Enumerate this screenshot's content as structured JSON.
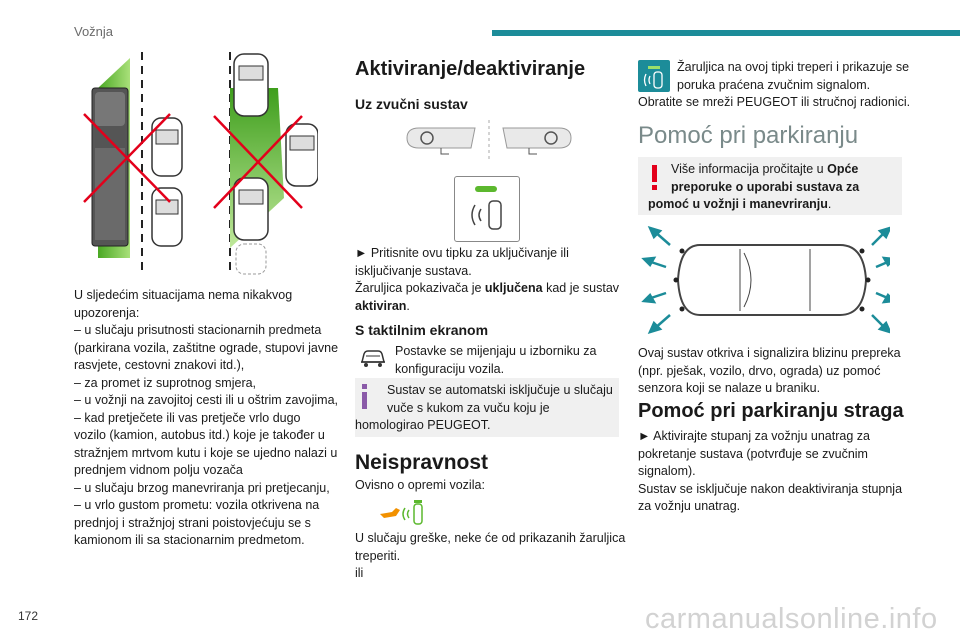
{
  "header": {
    "section": "Vožnja",
    "page_number": "172"
  },
  "watermark": "carmanualsonline.info",
  "colors": {
    "accent": "#1c8c99",
    "green": "#5cb82e",
    "warning_red": "#e3001b",
    "info_purple": "#8a5aa8",
    "orange": "#f29100"
  },
  "col1": {
    "lines": [
      "U sljedećim situacijama nema nikakvog",
      "upozorenja:",
      "– u slučaju prisutnosti stacionarnih predmeta",
      "(parkirana vozila, zaštitne ograde, stupovi javne",
      "rasvjete, cestovni znakovi itd.),",
      "– za promet iz suprotnog smjera,",
      "– u vožnji na zavojitoj cesti ili u oštrim zavojima,",
      "– kad pretječete ili vas pretječe vrlo dugo",
      "vozilo (kamion, autobus itd.) koje je također u",
      "stražnjem mrtvom kutu i koje se ujedno nalazi u",
      "prednjem vidnom polju vozača",
      "– u slučaju brzog manevriranja pri pretjecanju,",
      "– u vrlo gustom prometu: vozila otkrivena na",
      "prednjoj i stražnjoj strani poistovjećuju se s",
      "kamionom ili sa stacionarnim predmetom."
    ]
  },
  "col2": {
    "title": "Aktiviranje/deaktiviranje",
    "sub1": "Uz zvučni sustav",
    "press_1": "► Pritisnite ovu tipku za uključivanje ili",
    "press_2": "isključivanje sustava.",
    "lamp_a": "Žaruljica pokazivača je ",
    "lamp_b": "uključena",
    "lamp_c": " kad je sustav",
    "lamp_d": "aktiviran",
    "lamp_e": ".",
    "sub2": "S taktilnim ekranom",
    "touch_1": "Postavke se mijenjaju u izborniku za",
    "touch_2": "konfiguraciju vozila.",
    "info_1": "Sustav se automatski isključuje u slučaju",
    "info_2": "vuče s kukom za vuču koju je",
    "info_3": "homologirao PEUGEOT.",
    "title2": "Neispravnost",
    "equip": "Ovisno o opremi vozila:",
    "fault_1": "U slučaju greške, neke će od prikazanih žaruljica",
    "fault_2": "treperiti.",
    "fault_3": "ili"
  },
  "col3": {
    "blink_1": "Žaruljica na ovoj tipki treperi i prikazuje se",
    "blink_2": "poruka praćena zvučnim signalom.",
    "blink_3": "Obratite se mreži PEUGEOT ili stručnoj radionici.",
    "title": "Pomoć pri parkiranju",
    "warn_1": "Više informacija pročitajte u ",
    "warn_1b": "Opće",
    "warn_2": "preporuke o uporabi sustava za",
    "warn_3": "pomoć u vožnji i manevriranju",
    "warn_3b": ".",
    "desc_1": "Ovaj sustav otkriva i signalizira blizinu prepreka",
    "desc_2": "(npr. pješak, vozilo, drvo, ograda) uz pomoć",
    "desc_3": "senzora koji se nalaze u braniku.",
    "title2": "Pomoć pri parkiranju straga",
    "rear_1": "► Aktivirajte stupanj za vožnju unatrag za",
    "rear_2": "pokretanje sustava (potvrđuje se zvučnim",
    "rear_3": "signalom).",
    "rear_4": "Sustav se isključuje nakon deaktiviranja stupnja",
    "rear_5": "za vožnju unatrag."
  }
}
